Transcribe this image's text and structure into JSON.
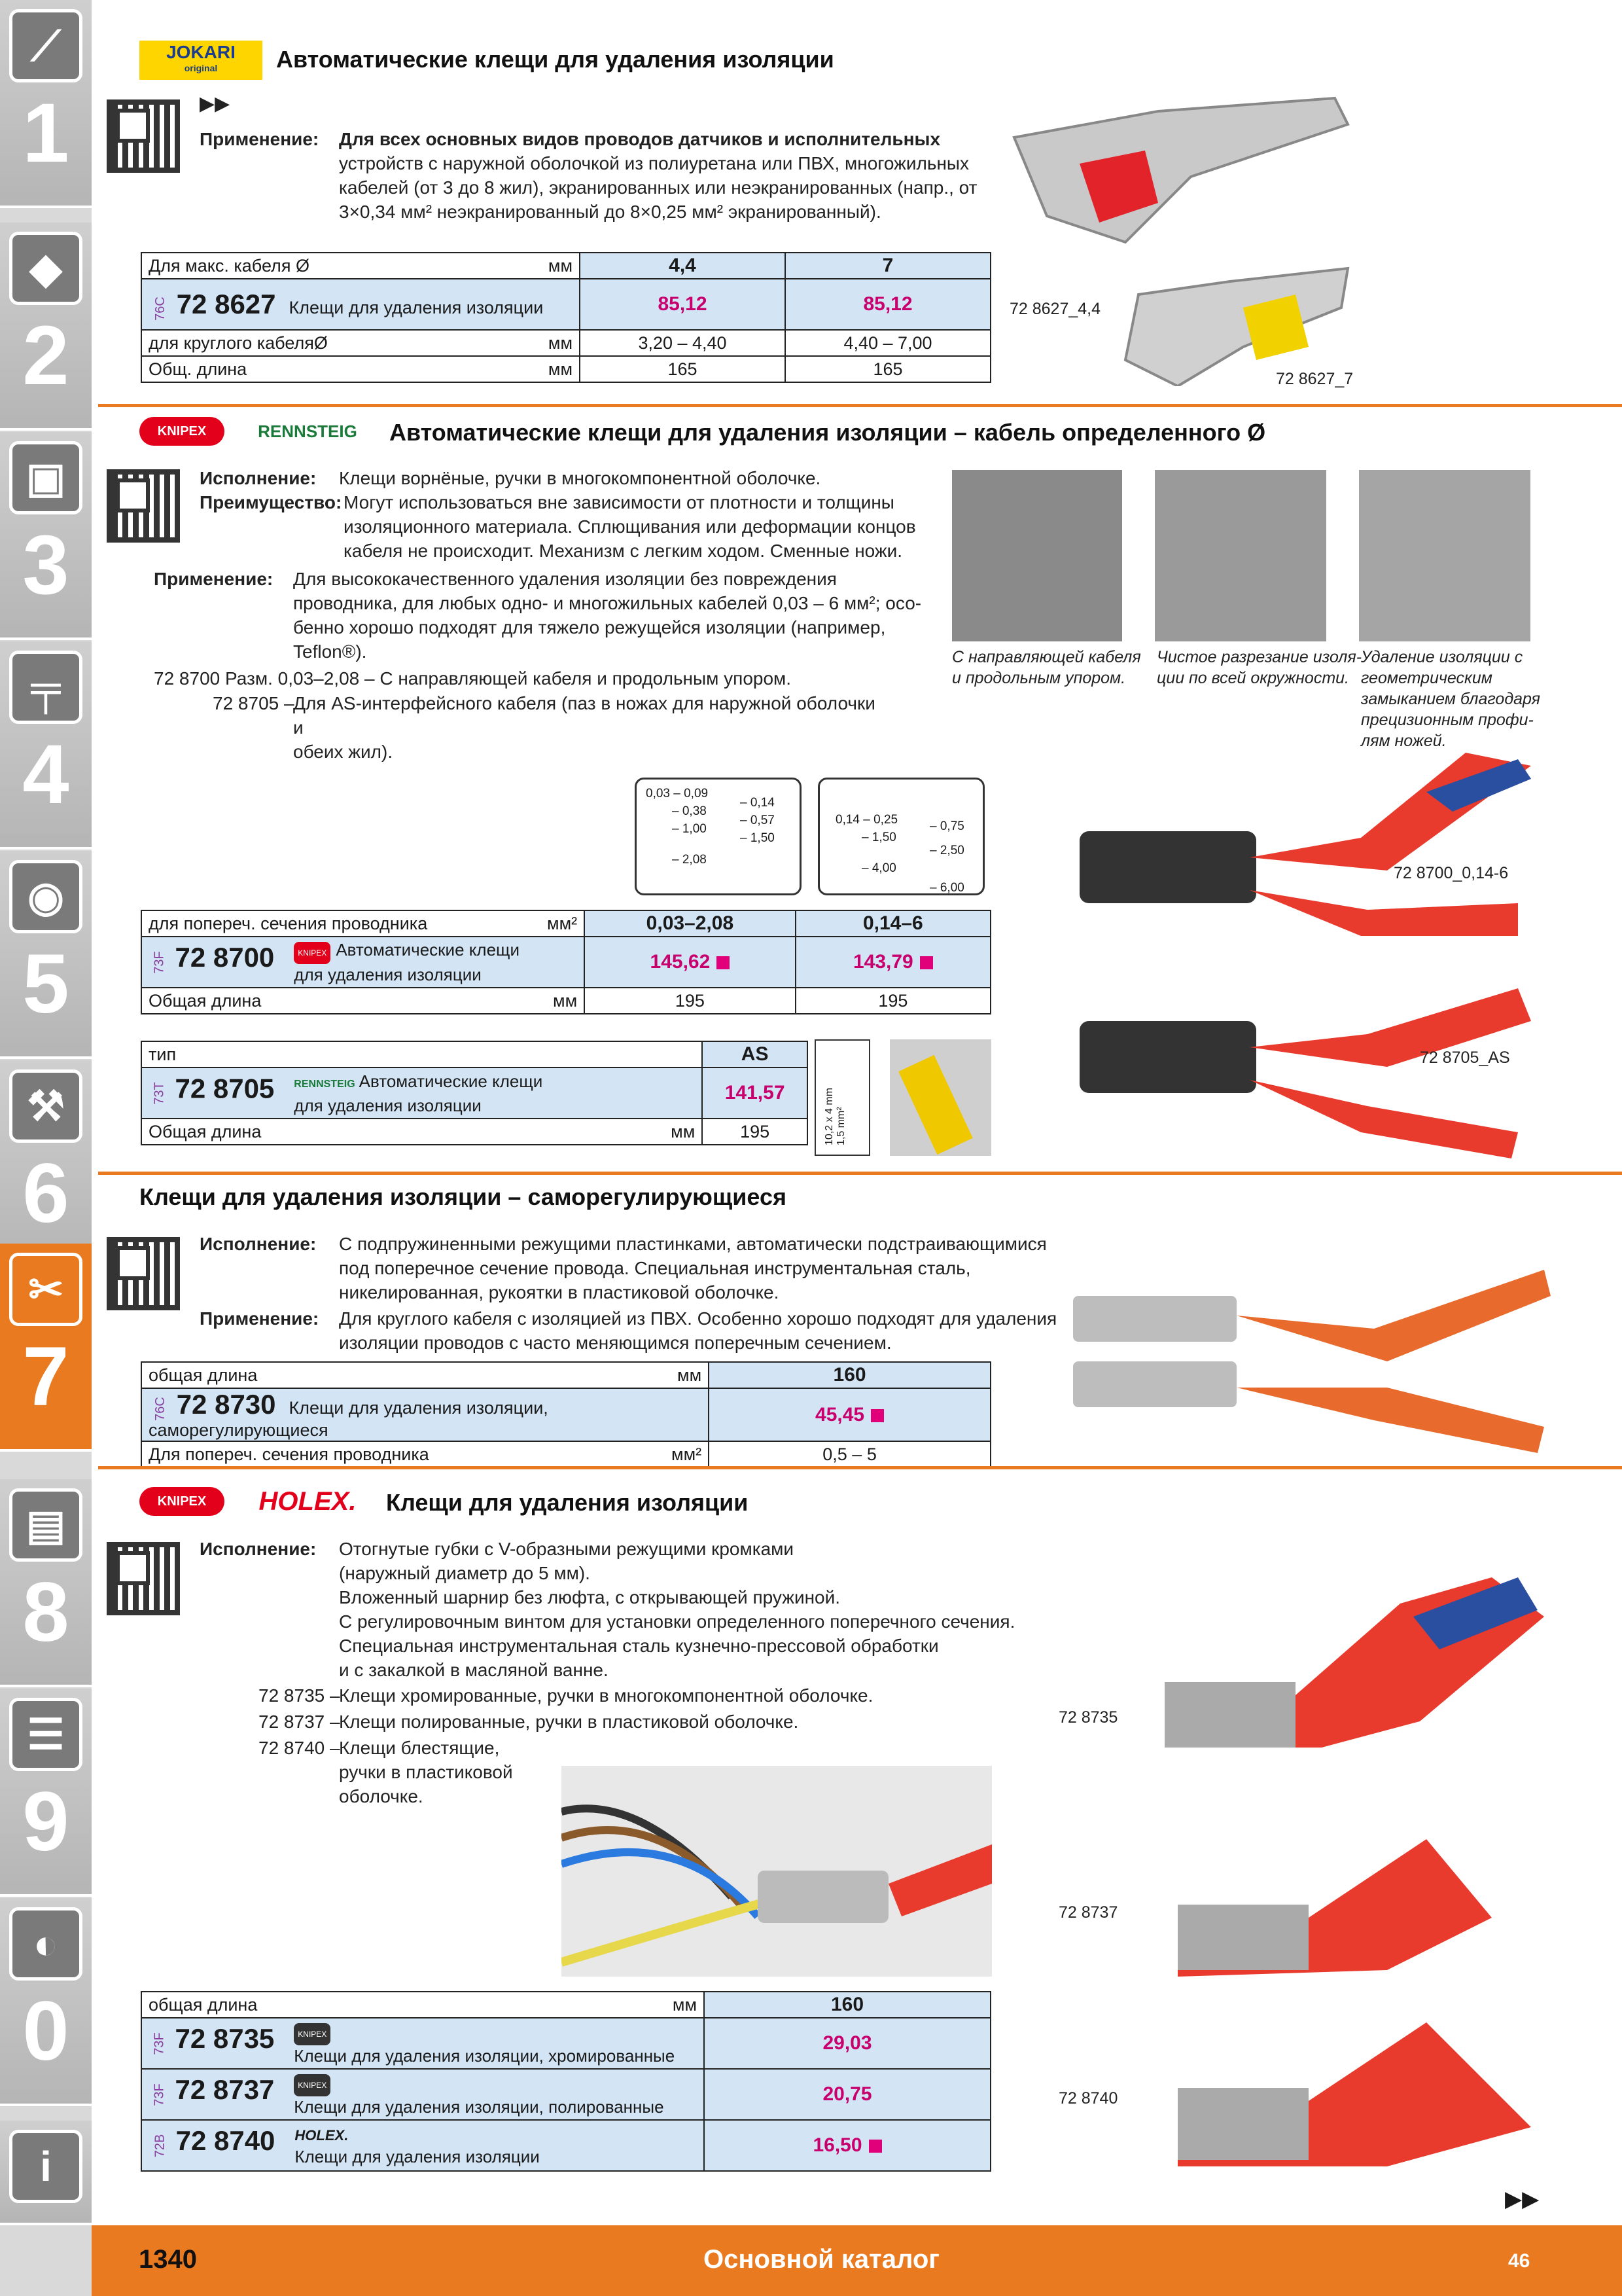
{
  "sidebar": {
    "tabs": [
      {
        "num": "1",
        "icon": "drill-icon"
      },
      {
        "num": "2",
        "icon": "cutting-insert-icon"
      },
      {
        "num": "3",
        "icon": "chuck-icon"
      },
      {
        "num": "4",
        "icon": "caliper-icon"
      },
      {
        "num": "5",
        "icon": "grinding-disc-icon"
      },
      {
        "num": "6",
        "icon": "wrench-icon"
      },
      {
        "num": "7",
        "icon": "pliers-icon"
      },
      {
        "num": "8",
        "icon": "toolbox-icon"
      },
      {
        "num": "9",
        "icon": "cabinet-icon"
      },
      {
        "num": "0",
        "icon": "safety-icon"
      }
    ],
    "info_icon": "i"
  },
  "s1": {
    "logo": "JOKARI",
    "logo_sub": "original",
    "title": "Автоматические клещи для удаления изоляции",
    "app_label": "Применение:",
    "app_text": [
      "Для всех основных видов проводов датчиков и исполнительных",
      "устройств с наружной оболочкой из полиуретана или ПВХ, многожильных",
      "кабелей (от 3 до 8 жил), экранированных или неэкранированных (напр., от",
      "3×0,34 мм² неэкранированный до 8×0,25 мм² экранированный)."
    ],
    "table": {
      "r1": {
        "label": "Для макс. кабеля Ø",
        "unit": "мм",
        "v": [
          "4,4",
          "7"
        ]
      },
      "art": {
        "code": "76C",
        "no": "72 8627",
        "brand": "JOKARI",
        "desc": "Клещи для удаления изоляции",
        "prices": [
          "85,12",
          "85,12"
        ]
      },
      "r3": {
        "label": "для круглого кабеляØ",
        "unit": "мм",
        "v": [
          "3,20 – 4,40",
          "4,40 – 7,00"
        ]
      },
      "r4": {
        "label": "Общ. длина",
        "unit": "мм",
        "v": [
          "165",
          "165"
        ]
      }
    },
    "cap1": "72 8627_4,4",
    "cap2": "72 8627_7"
  },
  "s2": {
    "logo1": "KNIPEX",
    "logo2": "RENNSTEIG",
    "title": "Автоматические клещи для удаления изоляции – кабель определенного Ø",
    "ex_label": "Исполнение:",
    "ex_text": "Клещи ворнёные, ручки в многокомпонентной оболочке.",
    "adv_label": "Преимущество:",
    "adv_text": [
      "Могут использоваться вне зависимости от плотности и толщины",
      "изоляционного материала. Сплющивания или деформации концов",
      "кабеля не происходит. Механизм с легким ходом. Сменные ножи."
    ],
    "app_label": "Применение:",
    "app_text": [
      "Для высококачественного удаления изоляции без повреждения",
      "проводника, для любых одно- и многожильных кабелей 0,03 – 6 мм²; осо-",
      "бенно хорошо подходят для тяжело режущейся изоляции (например,",
      "Teflon®)."
    ],
    "v1": "72 8700 Разм. 0,03–2,08 – С направляющей кабеля и продольным упором.",
    "v2a": "72 8705 –",
    "v2b": [
      "Для AS-интерфейсного кабеля (паз в ножах для наружной оболочки и",
      "обеих жил)."
    ],
    "caps": [
      [
        "С направляющей кабеля",
        "и продольным упором."
      ],
      [
        "Чистое разрезание изоля-",
        "ции по всей окружности."
      ],
      [
        "Удаление изоляции с",
        "геометрическим",
        "замыканием благодаря",
        "прецизионным профи-",
        "лям ножей."
      ]
    ],
    "blade1": [
      "0,03 – 0,09",
      "– 0,38",
      "– 1,00",
      "– 2,08",
      "– 0,14",
      "– 0,57",
      "– 1,50"
    ],
    "blade2": [
      "0,14 – 0,25",
      "– 1,50",
      "– 4,00",
      "– 0,75",
      "– 2,50",
      "– 6,00"
    ],
    "t1": {
      "r1": {
        "label": "для попереч. сечения проводника",
        "unit": "мм²",
        "v": [
          "0,03–2,08",
          "0,14–6"
        ]
      },
      "art": {
        "code": "73F",
        "no": "72 8700",
        "brand": "KNIPEX",
        "desc": [
          "Автоматические клещи",
          "для удаления изоляции"
        ],
        "prices": [
          "145,62",
          "143,79"
        ]
      },
      "r3": {
        "label": "Общая длина",
        "unit": "мм",
        "v": [
          "195",
          "195"
        ]
      }
    },
    "t2": {
      "r1": {
        "label": "тип",
        "v": "AS"
      },
      "art": {
        "code": "73T",
        "no": "72 8705",
        "brand": "RENNSTEIG",
        "desc": [
          "Автоматические клещи",
          "для удаления изоляции"
        ],
        "price": "141,57"
      },
      "r3": {
        "label": "Общая длина",
        "unit": "мм",
        "v": "195"
      }
    },
    "as_dims": [
      "10,2 x 4 mm",
      "1,5 mm²"
    ],
    "cap1": "72 8700_0,14-6",
    "cap2": "72 8705_AS"
  },
  "s3": {
    "title": "Клещи для удаления изоляции – саморегулирующиеся",
    "ex_label": "Исполнение:",
    "ex_text": [
      "С подпружиненными режущими пластинками, автоматически подстраивающимися",
      "под поперечное сечение провода. Специальная инструментальная сталь,",
      "никелированная, рукоятки в пластиковой оболочке."
    ],
    "app_label": "Применение:",
    "app_text": [
      "Для круглого кабеля с изоляцией из ПВХ. Особенно хорошо подходят для удаления",
      "изоляции проводов с часто меняющимся поперечным сечением."
    ],
    "table": {
      "r1": {
        "label": "общая длина",
        "unit": "мм",
        "v": "160"
      },
      "art": {
        "code": "76C",
        "no": "72 8730",
        "desc": "Клещи для удаления изоляции, саморегулирующиеся",
        "price": "45,45"
      },
      "r3": {
        "label": "Для попереч. сечения проводника",
        "unit": "мм²",
        "v": "0,5 – 5"
      }
    }
  },
  "s4": {
    "logo1": "KNIPEX",
    "logo2": "HOLEX.",
    "title": "Клещи для удаления изоляции",
    "ex_label": "Исполнение:",
    "ex_text": [
      "Отогнутые губки с V-образными режущими кромками",
      "(наружный диаметр до 5 мм).",
      "Вложенный шарнир без люфта, с открывающей пружиной.",
      "С регулировочным винтом для установки определенного поперечного сечения.",
      "Специальная инструментальная сталь кузнечно-прессовой обработки",
      "и с закалкой в масляной ванне."
    ],
    "vars": [
      {
        "a": "72 8735 –",
        "b": [
          "Клещи хромированные, ручки в многокомпонентной оболочке."
        ]
      },
      {
        "a": "72 8737 –",
        "b": [
          "Клещи полированные, ручки в пластиковой оболочке."
        ]
      },
      {
        "a": "72 8740 –",
        "b": [
          "Клещи блестящие,",
          "ручки в пластиковой",
          "оболочке."
        ]
      }
    ],
    "table": {
      "r1": {
        "label": "общая длина",
        "unit": "мм",
        "v": "160"
      },
      "rows": [
        {
          "code": "73F",
          "no": "72 8735",
          "brand": "KNIPEX",
          "desc": "Клещи для удаления изоляции, хромированные",
          "price": "29,03",
          "sq": false
        },
        {
          "code": "73F",
          "no": "72 8737",
          "brand": "KNIPEX",
          "desc": "Клещи для удаления изоляции, полированные",
          "price": "20,75",
          "sq": false
        },
        {
          "code": "72B",
          "no": "72 8740",
          "brand": "HOLEX.",
          "desc": "Клещи для удаления изоляции",
          "price": "16,50",
          "sq": true
        }
      ]
    },
    "caps": [
      "72 8735",
      "72 8737",
      "72 8740"
    ]
  },
  "footer": {
    "page": "1340",
    "title": "Основной каталог",
    "right": "46"
  }
}
